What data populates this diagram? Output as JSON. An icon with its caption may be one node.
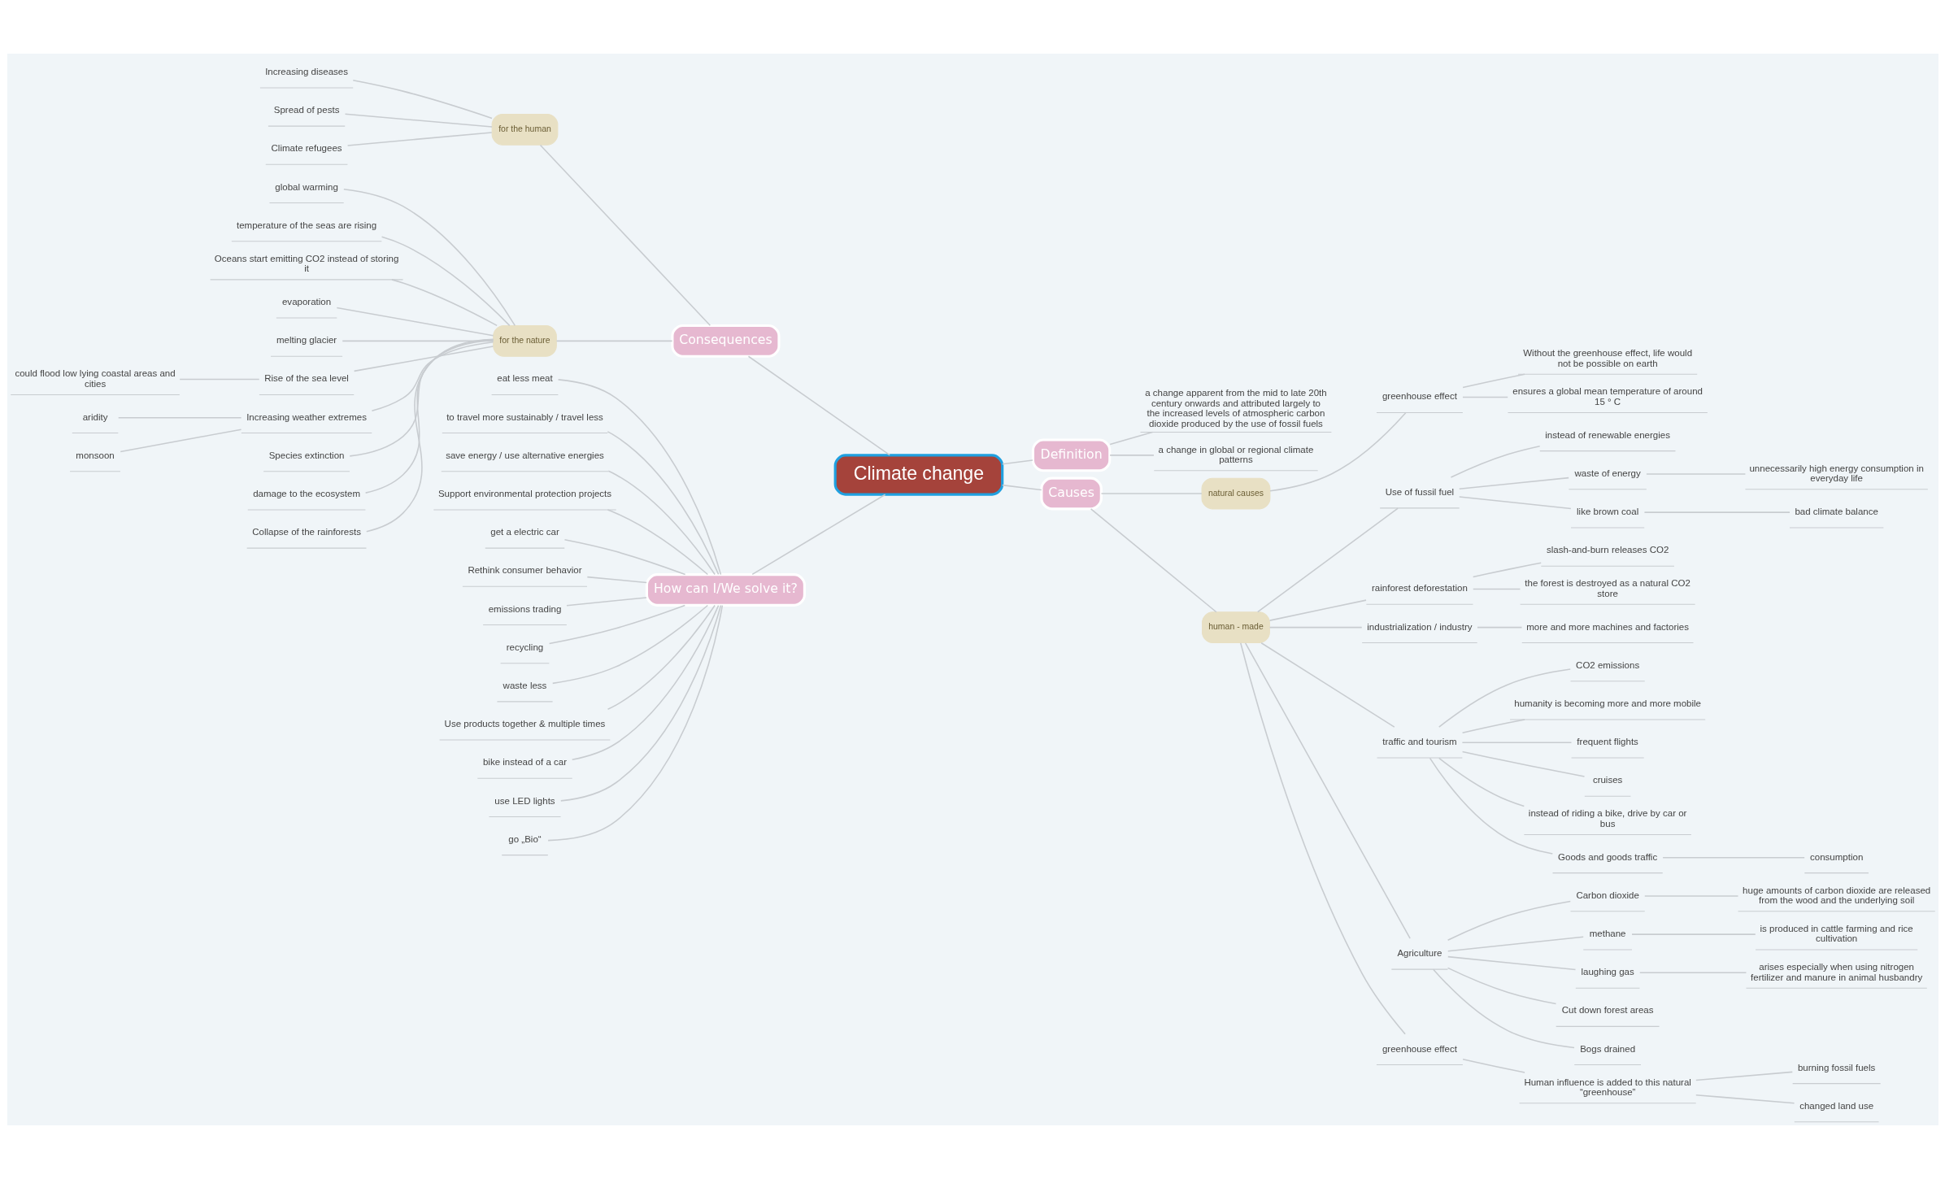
{
  "diagram": {
    "nodes": [
      {
        "text": [
          "Climate change"
        ]
      },
      {
        "text": [
          "Definition"
        ]
      },
      {
        "text": [
          "a change apparent from the mid to late 20th century onwards and attributed largely to the increased levels of atmospheric carbon dioxide produced by the use of fossil fuels"
        ]
      },
      {
        "text": [
          "a change in global or regional climate patterns"
        ]
      },
      {
        "text": [
          "Consequences"
        ]
      },
      {
        "text": [
          "for the human"
        ]
      },
      {
        "text": [
          "Increasing diseases"
        ]
      },
      {
        "text": [
          "Spread of pests"
        ]
      },
      {
        "text": [
          "Climate refugees"
        ]
      },
      {
        "text": [
          "for the nature"
        ]
      },
      {
        "text": [
          "global warming"
        ]
      },
      {
        "text": [
          "temperature of the seas are rising"
        ]
      },
      {
        "text": [
          "Oceans start emitting CO2 instead of storing it"
        ]
      },
      {
        "text": [
          "evaporation"
        ]
      },
      {
        "text": [
          "melting glacier"
        ]
      },
      {
        "text": [
          "Rise of the sea level"
        ]
      },
      {
        "text": [
          "could flood low lying coastal areas and cities"
        ]
      },
      {
        "text": [
          "Increasing weather extremes"
        ]
      },
      {
        "text": [
          "aridity"
        ]
      },
      {
        "text": [
          "monsoon"
        ]
      },
      {
        "text": [
          "Species extinction"
        ]
      },
      {
        "text": [
          "damage to the ecosystem"
        ]
      },
      {
        "text": [
          "Collapse of the rainforests"
        ]
      },
      {
        "text": [
          "Causes"
        ]
      },
      {
        "text": [
          "natural causes"
        ]
      },
      {
        "text": [
          "greenhouse effect"
        ]
      },
      {
        "text": [
          "Without the greenhouse effect, life would not be possible on earth"
        ]
      },
      {
        "text": [
          "ensures a global mean temperature of around 15 ° C"
        ]
      },
      {
        "text": [
          "human - made"
        ]
      },
      {
        "text": [
          "Use of fussil fuel"
        ]
      },
      {
        "text": [
          "instead of renewable energies"
        ]
      },
      {
        "text": [
          "waste of energy"
        ]
      },
      {
        "text": [
          "unnecessarily high energy consumption in everyday life"
        ]
      },
      {
        "text": [
          "like brown coal"
        ]
      },
      {
        "text": [
          "bad climate balance"
        ]
      },
      {
        "text": [
          "rainforest deforestation"
        ]
      },
      {
        "text": [
          "slash-and-burn releases CO2"
        ]
      },
      {
        "text": [
          "the forest is destroyed as a natural CO2 store"
        ]
      },
      {
        "text": [
          "industrialization / industry"
        ]
      },
      {
        "text": [
          "more and more machines and factories"
        ]
      },
      {
        "text": [
          "traffic and tourism"
        ]
      },
      {
        "text": [
          "CO2 emissions"
        ]
      },
      {
        "text": [
          "humanity is becoming more and more mobile"
        ]
      },
      {
        "text": [
          "frequent flights"
        ]
      },
      {
        "text": [
          "cruises"
        ]
      },
      {
        "text": [
          "instead of riding a bike, drive by car or bus"
        ]
      },
      {
        "text": [
          "Goods and goods traffic"
        ]
      },
      {
        "text": [
          "consumption"
        ]
      },
      {
        "text": [
          "Agriculture"
        ]
      },
      {
        "text": [
          "Carbon dioxide"
        ]
      },
      {
        "text": [
          "huge amounts of carbon dioxide are released from the wood and the underlying soil"
        ]
      },
      {
        "text": [
          "methane"
        ]
      },
      {
        "text": [
          "is produced in cattle farming and rice cultivation"
        ]
      },
      {
        "text": [
          "laughing gas"
        ]
      },
      {
        "text": [
          "arises especially when using nitrogen fertilizer and manure in animal husbandry"
        ]
      },
      {
        "text": [
          "Cut down forest areas"
        ]
      },
      {
        "text": [
          "Bogs drained"
        ]
      },
      {
        "text": [
          "greenhouse effect"
        ]
      },
      {
        "text": [
          "Human influence is added to this natural “greenhouse”"
        ]
      },
      {
        "text": [
          "burning fossil fuels"
        ]
      },
      {
        "text": [
          "changed land use"
        ]
      },
      {
        "text": [
          "How can I/We solve it?"
        ]
      },
      {
        "text": [
          "eat less meat"
        ]
      },
      {
        "text": [
          "to travel more sustainably / travel less"
        ]
      },
      {
        "text": [
          "save energy / use alternative energies"
        ]
      },
      {
        "text": [
          "Support environmental protection projects"
        ]
      },
      {
        "text": [
          "get a electric car"
        ]
      },
      {
        "text": [
          "Rethink consumer behavior"
        ]
      },
      {
        "text": [
          "emissions trading"
        ]
      },
      {
        "text": [
          "recycling"
        ]
      },
      {
        "text": [
          "waste less"
        ]
      },
      {
        "text": [
          "Use products together & multiple times"
        ]
      },
      {
        "text": [
          "bike instead of a car"
        ]
      },
      {
        "text": [
          "use LED lights"
        ]
      },
      {
        "text": [
          "go „Bio“"
        ]
      }
    ],
    "edges": [
      {
        "from": 0,
        "to": 1,
        "arrow": "none"
      },
      {
        "from": 1,
        "to": 2,
        "arrow": "none"
      },
      {
        "from": 1,
        "to": 3,
        "arrow": "none"
      },
      {
        "from": 0,
        "to": 4,
        "arrow": "none"
      },
      {
        "from": 4,
        "to": 5,
        "arrow": "none"
      },
      {
        "from": 5,
        "to": 6,
        "arrow": "none"
      },
      {
        "from": 5,
        "to": 7,
        "arrow": "none"
      },
      {
        "from": 5,
        "to": 8,
        "arrow": "none"
      },
      {
        "from": 4,
        "to": 9,
        "arrow": "none"
      },
      {
        "from": 9,
        "to": 10,
        "arrow": "none"
      },
      {
        "from": 9,
        "to": 11,
        "arrow": "none"
      },
      {
        "from": 9,
        "to": 12,
        "arrow": "none"
      },
      {
        "from": 9,
        "to": 13,
        "arrow": "none"
      },
      {
        "from": 9,
        "to": 14,
        "arrow": "none"
      },
      {
        "from": 9,
        "to": 15,
        "arrow": "none"
      },
      {
        "from": 15,
        "to": 16,
        "arrow": "none"
      },
      {
        "from": 9,
        "to": 17,
        "arrow": "none"
      },
      {
        "from": 17,
        "to": 18,
        "arrow": "none"
      },
      {
        "from": 17,
        "to": 19,
        "arrow": "none"
      },
      {
        "from": 9,
        "to": 20,
        "arrow": "none"
      },
      {
        "from": 9,
        "to": 21,
        "arrow": "none"
      },
      {
        "from": 9,
        "to": 22,
        "arrow": "none"
      },
      {
        "from": 0,
        "to": 23,
        "arrow": "none"
      },
      {
        "from": 23,
        "to": 24,
        "arrow": "none"
      },
      {
        "from": 24,
        "to": 25,
        "arrow": "none"
      },
      {
        "from": 25,
        "to": 26,
        "arrow": "none"
      },
      {
        "from": 25,
        "to": 27,
        "arrow": "none"
      },
      {
        "from": 23,
        "to": 28,
        "arrow": "none"
      },
      {
        "from": 28,
        "to": 29,
        "arrow": "none"
      },
      {
        "from": 29,
        "to": 30,
        "arrow": "none"
      },
      {
        "from": 29,
        "to": 31,
        "arrow": "none"
      },
      {
        "from": 31,
        "to": 32,
        "arrow": "none"
      },
      {
        "from": 29,
        "to": 33,
        "arrow": "none"
      },
      {
        "from": 33,
        "to": 34,
        "arrow": "none"
      },
      {
        "from": 28,
        "to": 35,
        "arrow": "none"
      },
      {
        "from": 35,
        "to": 36,
        "arrow": "none"
      },
      {
        "from": 35,
        "to": 37,
        "arrow": "none"
      },
      {
        "from": 28,
        "to": 38,
        "arrow": "none"
      },
      {
        "from": 38,
        "to": 39,
        "arrow": "none"
      },
      {
        "from": 28,
        "to": 40,
        "arrow": "none"
      },
      {
        "from": 40,
        "to": 41,
        "arrow": "none"
      },
      {
        "from": 40,
        "to": 42,
        "arrow": "none"
      },
      {
        "from": 40,
        "to": 43,
        "arrow": "none"
      },
      {
        "from": 40,
        "to": 44,
        "arrow": "none"
      },
      {
        "from": 40,
        "to": 45,
        "arrow": "none"
      },
      {
        "from": 40,
        "to": 46,
        "arrow": "none"
      },
      {
        "from": 46,
        "to": 47,
        "arrow": "none"
      },
      {
        "from": 28,
        "to": 48,
        "arrow": "none"
      },
      {
        "from": 48,
        "to": 49,
        "arrow": "none"
      },
      {
        "from": 49,
        "to": 50,
        "arrow": "none"
      },
      {
        "from": 48,
        "to": 51,
        "arrow": "none"
      },
      {
        "from": 51,
        "to": 52,
        "arrow": "none"
      },
      {
        "from": 48,
        "to": 53,
        "arrow": "none"
      },
      {
        "from": 53,
        "to": 54,
        "arrow": "none"
      },
      {
        "from": 48,
        "to": 55,
        "arrow": "none"
      },
      {
        "from": 48,
        "to": 56,
        "arrow": "none"
      },
      {
        "from": 28,
        "to": 57,
        "arrow": "none"
      },
      {
        "from": 57,
        "to": 58,
        "arrow": "none"
      },
      {
        "from": 58,
        "to": 59,
        "arrow": "none"
      },
      {
        "from": 58,
        "to": 60,
        "arrow": "none"
      },
      {
        "from": 0,
        "to": 61,
        "arrow": "none"
      },
      {
        "from": 61,
        "to": 62,
        "arrow": "none"
      },
      {
        "from": 61,
        "to": 63,
        "arrow": "none"
      },
      {
        "from": 61,
        "to": 64,
        "arrow": "none"
      },
      {
        "from": 61,
        "to": 65,
        "arrow": "none"
      },
      {
        "from": 61,
        "to": 66,
        "arrow": "none"
      },
      {
        "from": 61,
        "to": 67,
        "arrow": "none"
      },
      {
        "from": 61,
        "to": 68,
        "arrow": "none"
      },
      {
        "from": 61,
        "to": 69,
        "arrow": "none"
      },
      {
        "from": 61,
        "to": 70,
        "arrow": "none"
      },
      {
        "from": 61,
        "to": 71,
        "arrow": "none"
      },
      {
        "from": 61,
        "to": 72,
        "arrow": "none"
      },
      {
        "from": 61,
        "to": 73,
        "arrow": "none"
      },
      {
        "from": 61,
        "to": 74,
        "arrow": "none"
      }
    ]
  }
}
